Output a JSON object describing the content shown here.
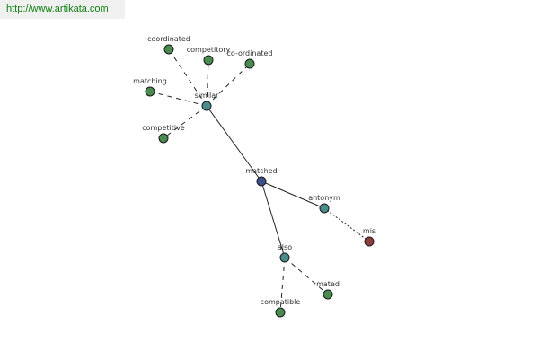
{
  "watermark": "http://www.artikata.com",
  "colors": {
    "center": "#3d4f8c",
    "relation": "#4a8c8c",
    "word": "#4a8c4f",
    "antonym_word": "#8c3d3d",
    "background": "#ffffff"
  },
  "graph": {
    "center": {
      "id": "matched",
      "label": "matched"
    },
    "relations": [
      {
        "id": "similar",
        "label": "similar"
      },
      {
        "id": "antonym",
        "label": "antonym"
      },
      {
        "id": "also",
        "label": "also"
      }
    ],
    "words": [
      {
        "id": "coordinated",
        "label": "coordinated",
        "relation": "similar"
      },
      {
        "id": "competitory",
        "label": "competitory",
        "relation": "similar"
      },
      {
        "id": "co-ordinated",
        "label": "co-ordinated",
        "relation": "similar"
      },
      {
        "id": "matching",
        "label": "matching",
        "relation": "similar"
      },
      {
        "id": "competitive",
        "label": "competitive",
        "relation": "similar"
      },
      {
        "id": "mis",
        "label": "mis",
        "relation": "antonym"
      },
      {
        "id": "mated",
        "label": "mated",
        "relation": "also"
      },
      {
        "id": "compatible",
        "label": "compatible",
        "relation": "also"
      }
    ]
  }
}
